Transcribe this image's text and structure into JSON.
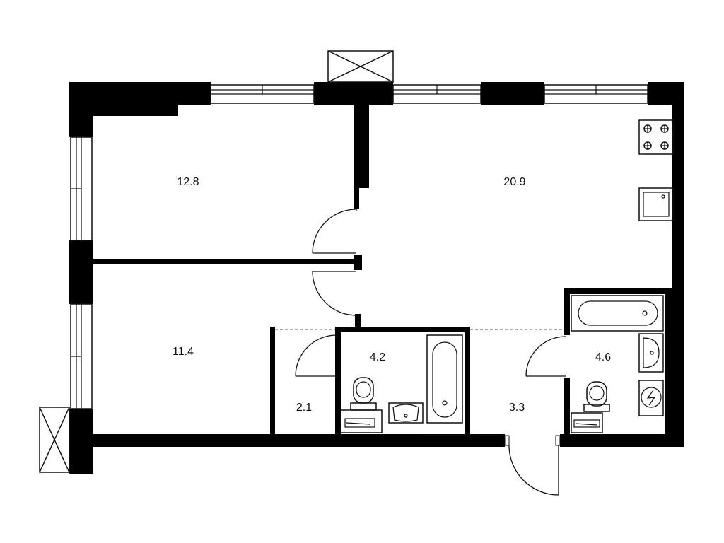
{
  "rooms": [
    {
      "id": "room-1",
      "area": "12.8"
    },
    {
      "id": "room-2",
      "area": "11.4"
    },
    {
      "id": "kitchen-living",
      "area": "20.9"
    },
    {
      "id": "bathroom-1",
      "area": "4.2"
    },
    {
      "id": "closet",
      "area": "2.1"
    },
    {
      "id": "hallway",
      "area": "3.3"
    },
    {
      "id": "bathroom-2",
      "area": "4.6"
    }
  ],
  "colors": {
    "wall": "#000000",
    "background": "#ffffff",
    "line": "#111111"
  }
}
